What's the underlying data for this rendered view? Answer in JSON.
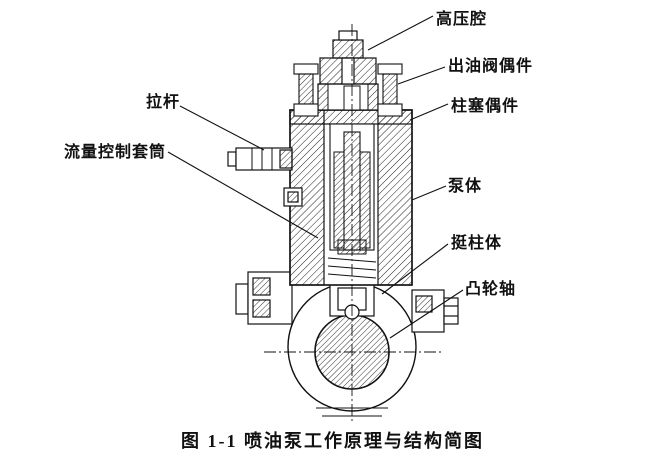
{
  "figure": {
    "caption": "图 1-1  喷油泵工作原理与结构简图",
    "labels": {
      "high_pressure_chamber": "高压腔",
      "delivery_valve_assembly": "出油阀偶件",
      "plunger_assembly": "柱塞偶件",
      "pull_rod": "拉杆",
      "flow_control_sleeve": "流量控制套筒",
      "pump_body": "泵体",
      "tappet_body": "挺柱体",
      "camshaft": "凸轮轴"
    }
  }
}
